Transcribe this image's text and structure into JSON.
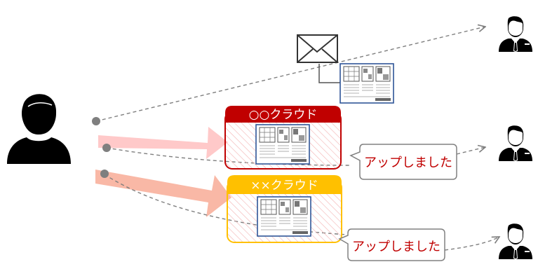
{
  "clouds": [
    {
      "id": "cloud-a",
      "label": "○○クラウド",
      "header_color": "#c00000",
      "border_color": "#c00000"
    },
    {
      "id": "cloud-b",
      "label": "××クラウド",
      "header_color": "#ffc000",
      "border_color": "#ffc000"
    }
  ],
  "notifications": [
    {
      "text": "アップしました"
    },
    {
      "text": "アップしました"
    }
  ],
  "colors": {
    "person": "#000000",
    "arrow_upper": "#ffc9c9",
    "arrow_lower": "#f9b8a6",
    "dashed_line": "#7f7f7f",
    "hatch": "#f4b7b7",
    "document_frame": "#2f5597"
  },
  "icons": {
    "sender": "person-icon",
    "recipients": [
      "businessman-icon",
      "businessman-icon",
      "businessman-icon"
    ],
    "mail": "envelope-icon",
    "document": "document-thumbnail-icon"
  }
}
